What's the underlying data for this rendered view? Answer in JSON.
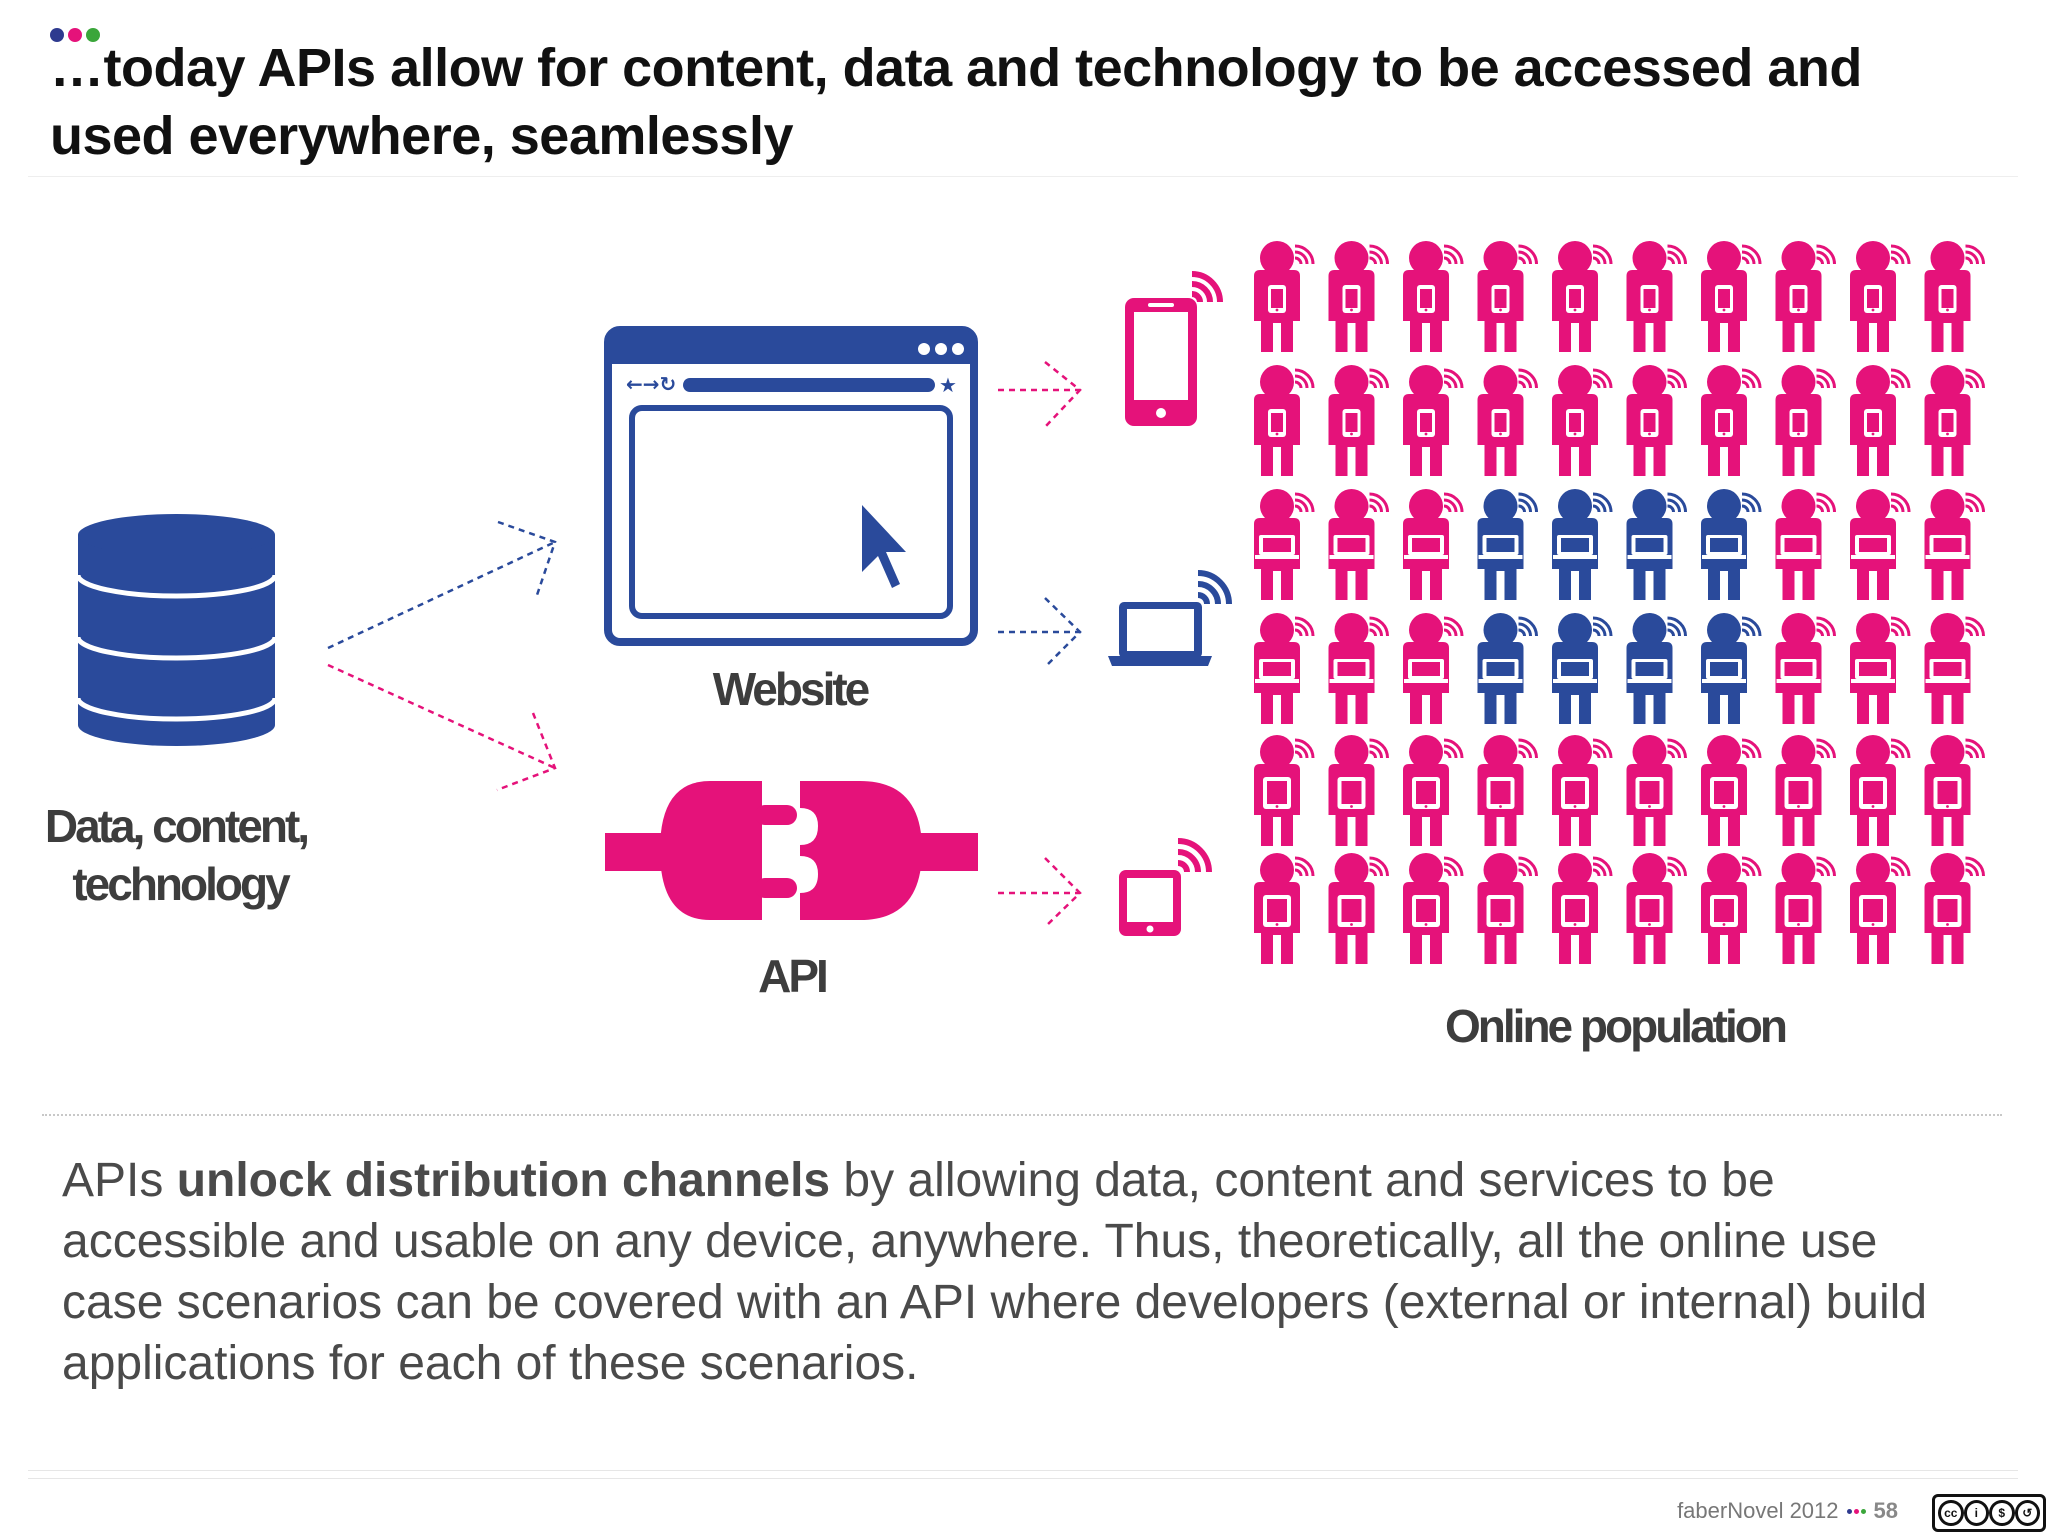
{
  "title": "…today APIs allow for content, data and technology to be accessed and used everywhere, seamlessly",
  "colors": {
    "magenta": "#e5127a",
    "blue": "#2a4a9b",
    "dot_blue": "#2e3a8f",
    "dot_pink": "#e5127a",
    "dot_green": "#3aa63a"
  },
  "diagram": {
    "source_label_line1": "Data, content,",
    "source_label_line2": "technology",
    "website_label": "Website",
    "api_label": "API",
    "population_label": "Online population",
    "population_rows": [
      {
        "device": "smartphone",
        "highlighted": []
      },
      {
        "device": "smartphone",
        "highlighted": []
      },
      {
        "device": "laptop",
        "highlighted": [
          3,
          4,
          5,
          6
        ]
      },
      {
        "device": "laptop",
        "highlighted": [
          3,
          4,
          5,
          6
        ]
      },
      {
        "device": "tablet",
        "highlighted": []
      },
      {
        "device": "tablet",
        "highlighted": []
      }
    ],
    "icons": [
      "database-icon",
      "browser-window-icon",
      "plug-icon",
      "smartphone-icon",
      "laptop-icon",
      "tablet-icon",
      "person-icon"
    ]
  },
  "body": {
    "lead": "APIs ",
    "bold": "unlock distribution channels",
    "rest": " by allowing data, content and services to be accessible and usable on any device, anywhere. Thus, theoretically, all the online use case scenarios can be covered with an API where developers (external or internal) build applications for each of these scenarios."
  },
  "footer": {
    "text": "faberNovel 2012",
    "page": "58"
  },
  "license": {
    "icons": [
      "cc",
      "by",
      "nc",
      "sa"
    ],
    "letters": [
      "cc",
      "i",
      "$",
      "↺"
    ]
  }
}
